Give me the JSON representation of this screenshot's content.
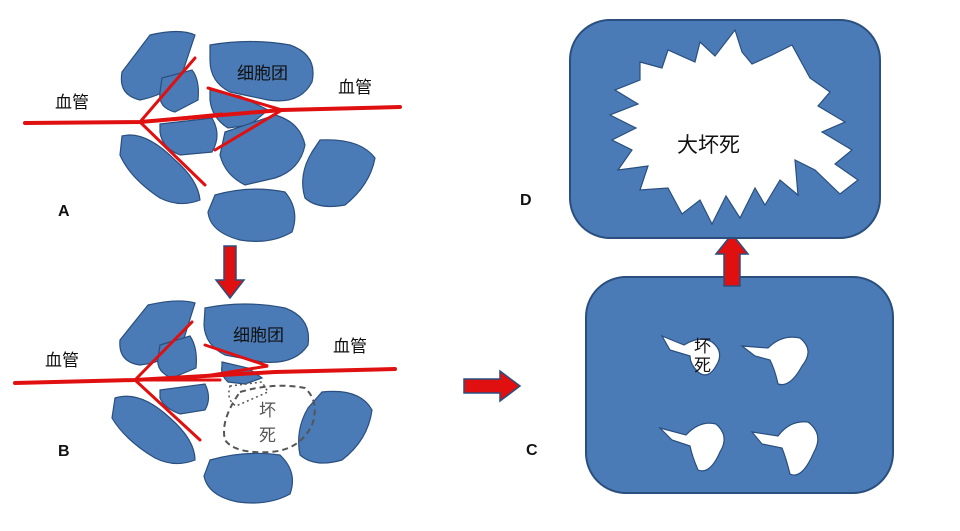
{
  "panels": {
    "A": {
      "letter": "A",
      "cluster_label": "细胞团",
      "vessel_left": "血管",
      "vessel_right": "血管"
    },
    "B": {
      "letter": "B",
      "cluster_label": "细胞团",
      "vessel_left": "血管",
      "vessel_right": "血管",
      "necrosis_label_1": "坏",
      "necrosis_label_2": "死"
    },
    "C": {
      "letter": "C",
      "necrosis_label_1": "坏",
      "necrosis_label_2": "死"
    },
    "D": {
      "letter": "D",
      "necrosis_label": "大坏死"
    }
  },
  "colors": {
    "cell": "#4a7bb7",
    "vessel": "#e01010",
    "arrow": "#e01010",
    "background": "#ffffff"
  }
}
